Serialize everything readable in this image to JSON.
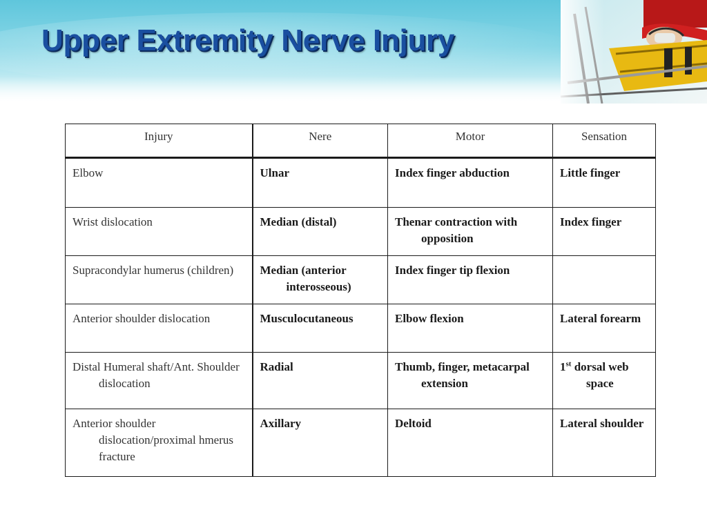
{
  "slide": {
    "title": "Upper Extremity Nerve Injury"
  },
  "table": {
    "headers": [
      "Injury",
      "Nere",
      "Motor",
      "Sensation"
    ],
    "rows": [
      {
        "injury": "Elbow",
        "nerve": "Ulnar",
        "motor": "Index finger abduction",
        "sensation": "Little finger"
      },
      {
        "injury": "Wrist dislocation",
        "nerve": "Median (distal)",
        "motor": "Thenar contraction with opposition",
        "sensation": "Index finger"
      },
      {
        "injury": "Supracondylar humerus (children)",
        "nerve": "Median (anterior interosseous)",
        "motor": "Index finger tip flexion",
        "sensation": ""
      },
      {
        "injury": "Anterior shoulder dislocation",
        "nerve": "Musculocutaneous",
        "motor": "Elbow flexion",
        "sensation": "Lateral forearm"
      },
      {
        "injury": "Distal Humeral shaft/Ant. Shoulder dislocation",
        "nerve": "Radial",
        "motor": "Thumb, finger, metacarpal extension",
        "sensation_ordinal_number": "1",
        "sensation_ordinal_suffix": "st",
        "sensation_rest": " dorsal web space"
      },
      {
        "injury": "Anterior shoulder dislocation/proximal hmerus fracture",
        "nerve": "Axillary",
        "motor": "Deltoid",
        "sensation": "Lateral shoulder"
      }
    ]
  },
  "colors": {
    "title": "#1a4fa0",
    "header_band": "#5fc6dc",
    "table_border": "#1a1a1a"
  }
}
